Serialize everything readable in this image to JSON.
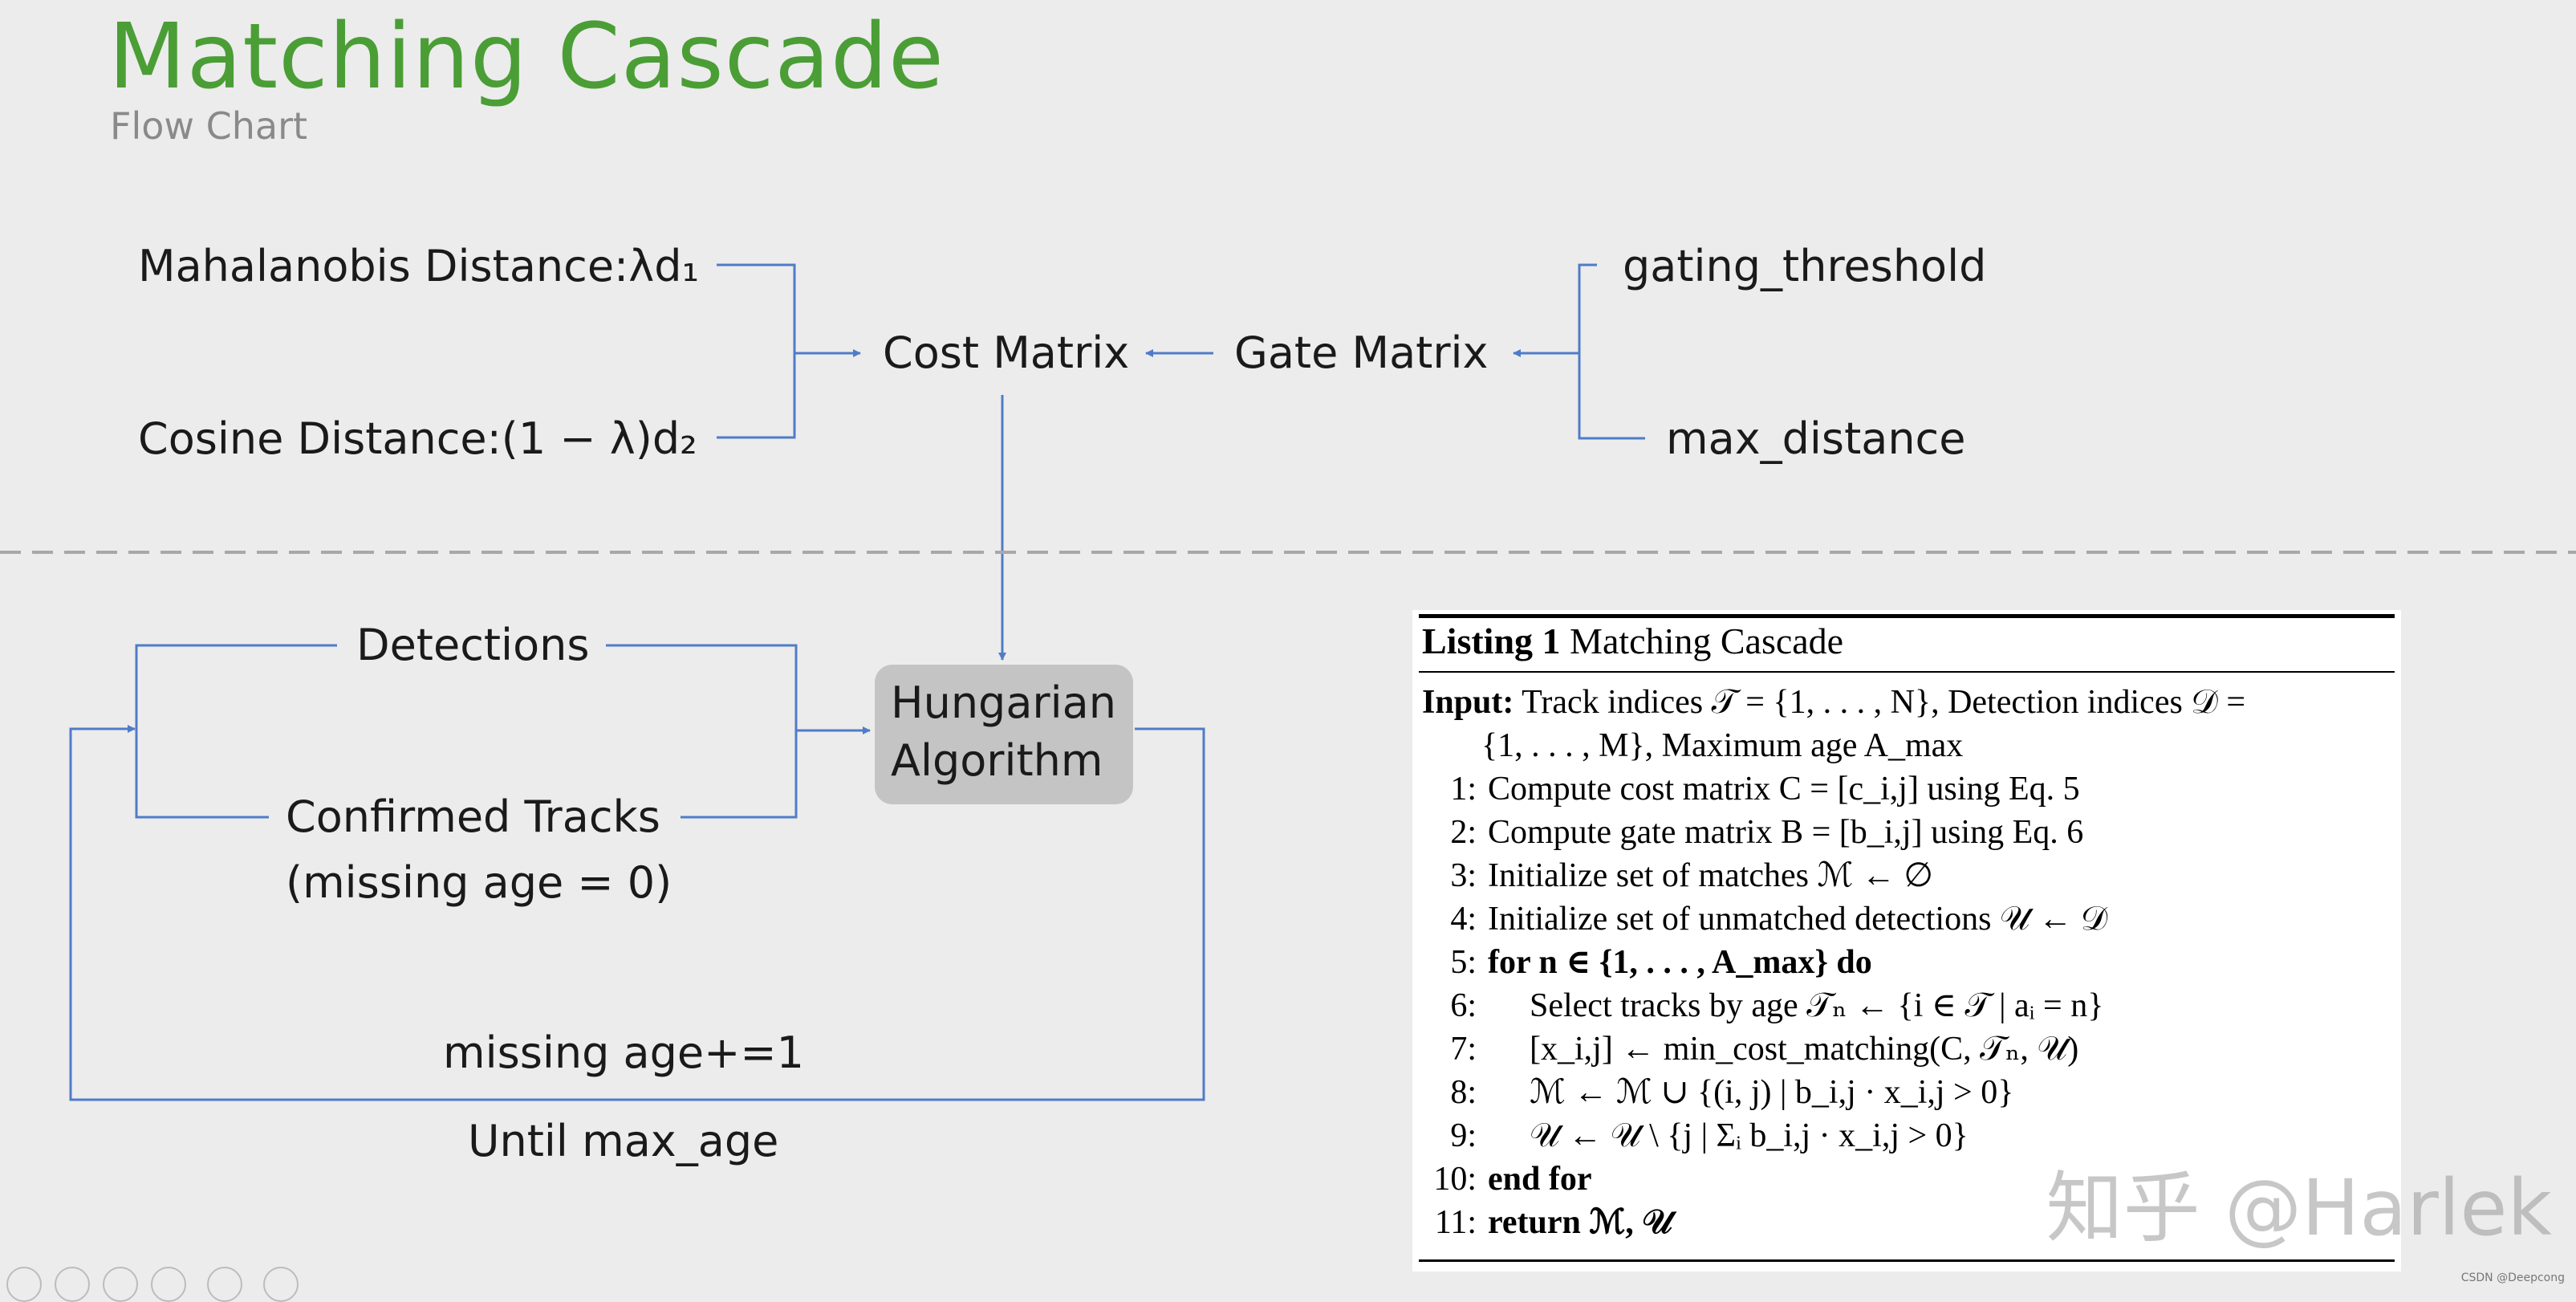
{
  "header": {
    "title": "Matching Cascade",
    "subtitle": "Flow Chart"
  },
  "top_flow": {
    "mahalanobis": "Mahalanobis Distance:λd₁",
    "cosine": "Cosine Distance:(1 − λ)d₂",
    "cost_matrix": "Cost Matrix",
    "gate_matrix": "Gate Matrix",
    "gating_threshold": "gating_threshold",
    "max_distance": "max_distance"
  },
  "bottom_flow": {
    "detections": "Detections",
    "confirmed_tracks": "Confirmed Tracks",
    "missing_age_zero": "(missing age = 0)",
    "hungarian_line1": "Hungarian",
    "hungarian_line2": "Algorithm",
    "missing_age_inc": "missing age+=1",
    "until_max_age": "Until max_age"
  },
  "listing": {
    "caption_bold": "Listing 1",
    "caption_text": "Matching Cascade",
    "input_bold": "Input:",
    "input_text": "Track indices 𝒯 = {1, . . . , N}, Detection indices 𝒟 =",
    "input_cont": "{1, . . . , M}, Maximum age A_max",
    "lines": [
      {
        "num": "1:",
        "text": "Compute cost matrix C = [c_i,j] using Eq. 5"
      },
      {
        "num": "2:",
        "text": "Compute gate matrix B = [b_i,j] using Eq. 6"
      },
      {
        "num": "3:",
        "text": "Initialize set of matches ℳ ← ∅"
      },
      {
        "num": "4:",
        "text": "Initialize set of unmatched detections 𝒰 ← 𝒟"
      },
      {
        "num": "5:",
        "text": "for n ∈ {1, . . . , A_max} do"
      },
      {
        "num": "6:",
        "text": "Select tracks by age 𝒯ₙ ← {i ∈ 𝒯 | aᵢ = n}"
      },
      {
        "num": "7:",
        "text": "[x_i,j] ← min_cost_matching(C, 𝒯ₙ, 𝒰)"
      },
      {
        "num": "8:",
        "text": "ℳ ← ℳ ∪ {(i, j) | b_i,j · x_i,j > 0}"
      },
      {
        "num": "9:",
        "text": "𝒰 ← 𝒰 \\ {j | Σᵢ b_i,j · x_i,j > 0}"
      },
      {
        "num": "10:",
        "text": "end for"
      },
      {
        "num": "11:",
        "text": "return ℳ, 𝒰"
      }
    ]
  },
  "watermark": "知乎 @Harlek",
  "source_mark": "CSDN @Deepcong",
  "colors": {
    "title": "#4a9e35",
    "arrow": "#4f7cc8",
    "box": "#c4c4c4",
    "dashed": "#a8a8a8"
  }
}
